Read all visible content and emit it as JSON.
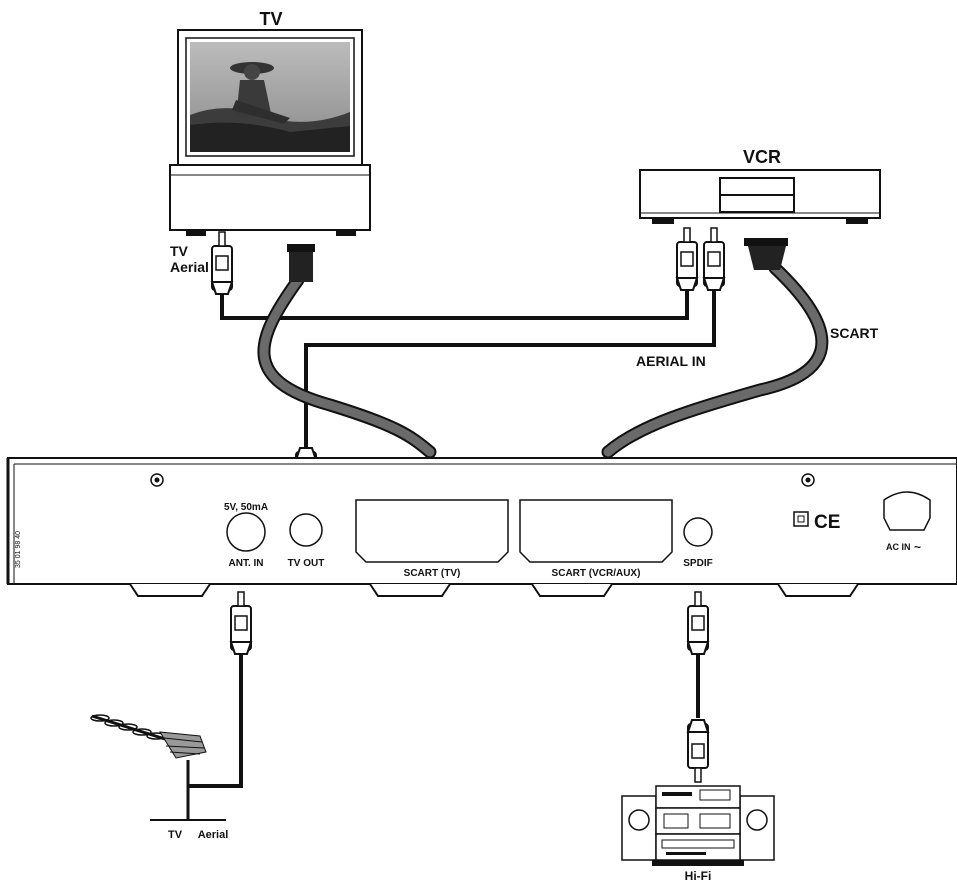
{
  "devices": {
    "tv_label": "TV",
    "vcr_label": "VCR",
    "hifi_label": "Hi-Fi"
  },
  "cables": {
    "tv_aerial_label_line1": "TV",
    "tv_aerial_label_line2": "Aerial",
    "aerial_in_label": "AERIAL IN",
    "scart_label": "SCART"
  },
  "receiver": {
    "power_spec": "5V, 50mA",
    "ant_in": "ANT. IN",
    "tv_out": "TV OUT",
    "scart_tv": "SCART (TV)",
    "scart_vcr": "SCART (VCR/AUX)",
    "spdif": "SPDIF",
    "ac_in": "AC IN",
    "ac_symbol": "~",
    "ce_mark": "CE",
    "serial": "35 01 98 40"
  },
  "antenna": {
    "label_line1": "TV",
    "label_line2": "Aerial"
  }
}
